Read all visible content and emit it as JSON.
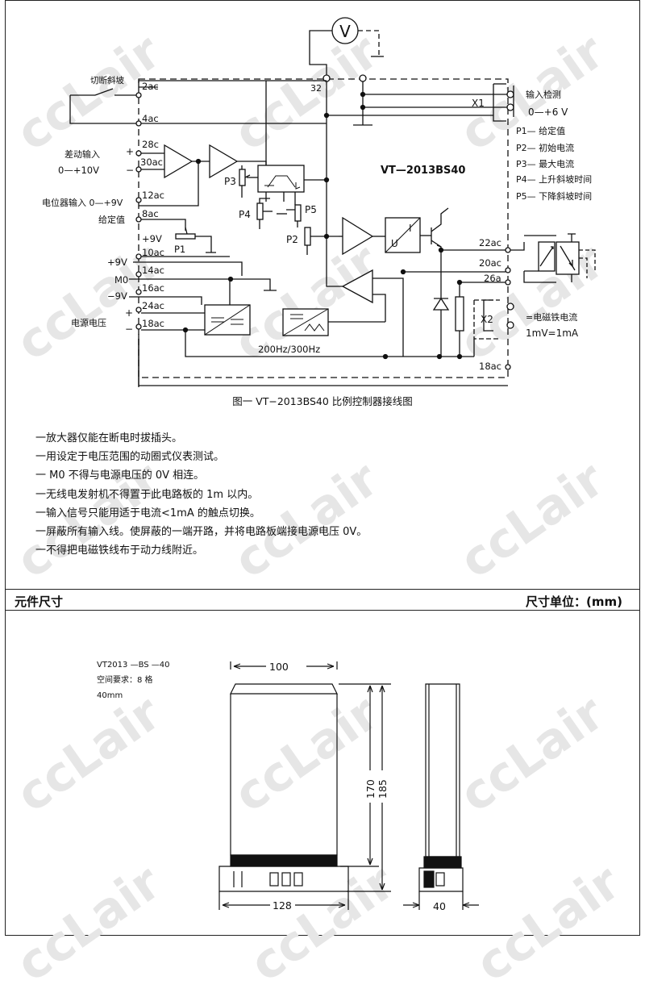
{
  "watermark": "ccLair",
  "schematic": {
    "title": "VT—2013BS40",
    "voltmeter_symbol": "V",
    "node_32": "32",
    "cutoff_ramp": "切断斜坡",
    "diff_input": "差动输入",
    "diff_range": "0—+10V",
    "pot_input": "电位器输入  0—+9V",
    "setpoint": "给定值",
    "power_voltage": "电源电压",
    "plus": "+",
    "minus": "−",
    "minus_long": "—",
    "terminals": {
      "t2ac": "2ac",
      "t4ac": "4ac",
      "t28c": "28c",
      "t30ac": "30ac",
      "t12ac": "12ac",
      "t8ac": "8ac",
      "t10ac": "10ac",
      "t14ac": "14ac",
      "t16ac": "16ac",
      "t24ac": "24ac",
      "t18ac": "18ac",
      "t22ac": "22ac",
      "t20ac": "20ac",
      "t26a": "26a",
      "t18ac_right": "18ac"
    },
    "plus9v_p1": "+9V",
    "p1": "P1",
    "plus9v": "+9V",
    "m0": "M0",
    "minus9v": "−9V",
    "p2": "P2",
    "p3": "P3",
    "p4": "P4",
    "p5": "P5",
    "x1": "X1",
    "x2": "X2",
    "input_detect": "输入检测",
    "input_range": "0—+6 V",
    "legend": [
      "P1— 给定值",
      "P2— 初始电流",
      "P3— 最大电流",
      "P4— 上升斜坡时间",
      "P5— 下降斜坡时间"
    ],
    "u_label": "U",
    "i_label": "I",
    "coil_current": "=电磁铁电流",
    "coil_ratio": "1mV=1mA",
    "freq": "200Hz/300Hz"
  },
  "caption": "图一   VT−2013BS40 比例控制器接线图",
  "notes": [
    "一放大器仅能在断电时拔插头。",
    "一用设定于电压范围的动圈式仪表测试。",
    "一 M0 不得与电源电压的 0V 相连。",
    "一无线电发射机不得置于此电路板的 1m 以内。",
    "一输入信号只能用适于电流<1mA 的触点切换。",
    "一屏蔽所有输入线。使屏蔽的一端开路，并将电路板端接电源电压 0V。",
    "一不得把电磁铁线布于动力线附近。"
  ],
  "section": {
    "title": "元件尺寸",
    "unit": "尺寸单位：(mm)"
  },
  "module": {
    "model": "VT2013 —BS —40",
    "space": "空间要求：8 格",
    "width": "40mm"
  },
  "dimensions": {
    "top_width": "100",
    "bottom_width": "128",
    "height_inner": "170",
    "height_outer": "185",
    "side_width": "40"
  }
}
